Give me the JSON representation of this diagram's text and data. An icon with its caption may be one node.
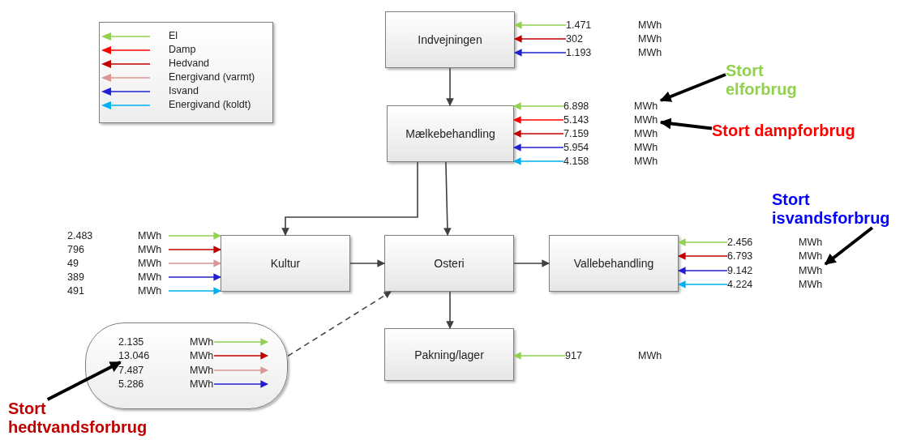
{
  "diagram": {
    "nodes": [
      {
        "text": [
          "Indvejningen"
        ]
      },
      {
        "text": [
          "Mælkebehandling"
        ]
      },
      {
        "text": [
          "Kultur"
        ]
      },
      {
        "text": [
          "Osteri"
        ]
      },
      {
        "text": [
          "Vallebehandling"
        ]
      },
      {
        "text": [
          "Pakning/lager"
        ]
      },
      {
        "text": [],
        "shape": "box"
      },
      {
        "text": [
          "Stort elforbrug"
        ]
      },
      {
        "text": [
          "Stort dampforbrug"
        ]
      },
      {
        "text": [
          "Stort isvandsforbrug"
        ]
      },
      {
        "text": [
          "Stort hedtvandsforbrug"
        ]
      },
      {
        "text": [
          "1.471",
          "MWh"
        ]
      },
      {
        "text": [
          "302",
          "MWh"
        ]
      },
      {
        "text": [
          "1.193",
          "MWh"
        ]
      },
      {
        "text": [
          "6.898",
          "MWh"
        ]
      },
      {
        "text": [
          "5.143",
          "MWh"
        ]
      },
      {
        "text": [
          "7.159",
          "MWh"
        ]
      },
      {
        "text": [
          "5.954",
          "MWh"
        ]
      },
      {
        "text": [
          "4.158",
          "MWh"
        ]
      },
      {
        "text": [
          "2.483",
          "MWh"
        ]
      },
      {
        "text": [
          "796",
          "MWh"
        ]
      },
      {
        "text": [
          "49",
          "MWh"
        ]
      },
      {
        "text": [
          "389",
          "MWh"
        ]
      },
      {
        "text": [
          "491",
          "MWh"
        ]
      },
      {
        "text": [
          "2.456",
          "MWh"
        ]
      },
      {
        "text": [
          "6.793",
          "MWh"
        ]
      },
      {
        "text": [
          "9.142",
          "MWh"
        ]
      },
      {
        "text": [
          "4.224",
          "MWh"
        ]
      },
      {
        "text": [
          "917",
          "MWh"
        ]
      },
      {
        "text": [
          "2.135",
          "MWh"
        ],
        "in": 6
      },
      {
        "text": [
          "13.046",
          "MWh"
        ],
        "in": 6
      },
      {
        "text": [
          "7.487",
          "MWh"
        ],
        "in": 6
      },
      {
        "text": [
          "5.286",
          "MWh"
        ],
        "in": 6
      }
    ],
    "edges": [
      {
        "from": 0,
        "to": 1,
        "arrow": "to"
      },
      {
        "from": 1,
        "to": 2,
        "arrow": "to"
      },
      {
        "from": 1,
        "to": 3,
        "arrow": "to"
      },
      {
        "from": 2,
        "to": 3,
        "arrow": "to"
      },
      {
        "from": 3,
        "to": 4,
        "arrow": "to"
      },
      {
        "from": 3,
        "to": 5,
        "arrow": "to"
      },
      {
        "from": 6,
        "to": 3,
        "arrow": "to",
        "style": "dashed"
      },
      {
        "from": 11,
        "to": 0,
        "arrow": "to",
        "color": "#92d050"
      },
      {
        "from": 12,
        "to": 0,
        "arrow": "to",
        "color": "#c00000"
      },
      {
        "from": 13,
        "to": 0,
        "arrow": "to",
        "color": "#2020d0"
      },
      {
        "from": 14,
        "to": 1,
        "arrow": "to",
        "color": "#92d050"
      },
      {
        "from": 15,
        "to": 1,
        "arrow": "to",
        "color": "#ff0000"
      },
      {
        "from": 16,
        "to": 1,
        "arrow": "to",
        "color": "#c00000"
      },
      {
        "from": 17,
        "to": 1,
        "arrow": "to",
        "color": "#2020d0"
      },
      {
        "from": 18,
        "to": 1,
        "arrow": "to",
        "color": "#00b0f0"
      },
      {
        "from": 19,
        "to": 2,
        "arrow": "to",
        "color": "#92d050"
      },
      {
        "from": 20,
        "to": 2,
        "arrow": "to",
        "color": "#c00000"
      },
      {
        "from": 21,
        "to": 2,
        "arrow": "to",
        "color": "#d99694"
      },
      {
        "from": 22,
        "to": 2,
        "arrow": "to",
        "color": "#2020d0"
      },
      {
        "from": 23,
        "to": 2,
        "arrow": "to",
        "color": "#00b0f0"
      },
      {
        "from": 24,
        "to": 4,
        "arrow": "to",
        "color": "#92d050"
      },
      {
        "from": 25,
        "to": 4,
        "arrow": "to",
        "color": "#c00000"
      },
      {
        "from": 26,
        "to": 4,
        "arrow": "to",
        "color": "#2020d0"
      },
      {
        "from": 27,
        "to": 4,
        "arrow": "to",
        "color": "#00b0f0"
      },
      {
        "from": 28,
        "to": 5,
        "arrow": "to",
        "color": "#92d050"
      },
      {
        "from": 29,
        "to": null,
        "arrow": "to",
        "color": "#92d050"
      },
      {
        "from": 30,
        "to": null,
        "arrow": "to",
        "color": "#c00000"
      },
      {
        "from": 31,
        "to": null,
        "arrow": "to",
        "color": "#d99694"
      },
      {
        "from": 32,
        "to": null,
        "arrow": "to",
        "color": "#2020d0"
      },
      {
        "from": 7,
        "to": 14,
        "arrow": "to",
        "style": "thick",
        "color": "#000000"
      },
      {
        "from": 8,
        "to": 15,
        "arrow": "to",
        "style": "thick",
        "color": "#000000"
      },
      {
        "from": 9,
        "to": 26,
        "arrow": "to",
        "style": "thick",
        "color": "#000000"
      },
      {
        "from": 10,
        "to": 30,
        "arrow": "to",
        "style": "thick",
        "color": "#000000"
      }
    ],
    "legend": [
      {
        "text": "El"
      },
      {
        "text": "Damp"
      },
      {
        "text": "Hedvand"
      },
      {
        "text": "Energivand (varmt)"
      },
      {
        "text": "Isvand"
      },
      {
        "text": "Energivand (koldt)"
      }
    ]
  }
}
